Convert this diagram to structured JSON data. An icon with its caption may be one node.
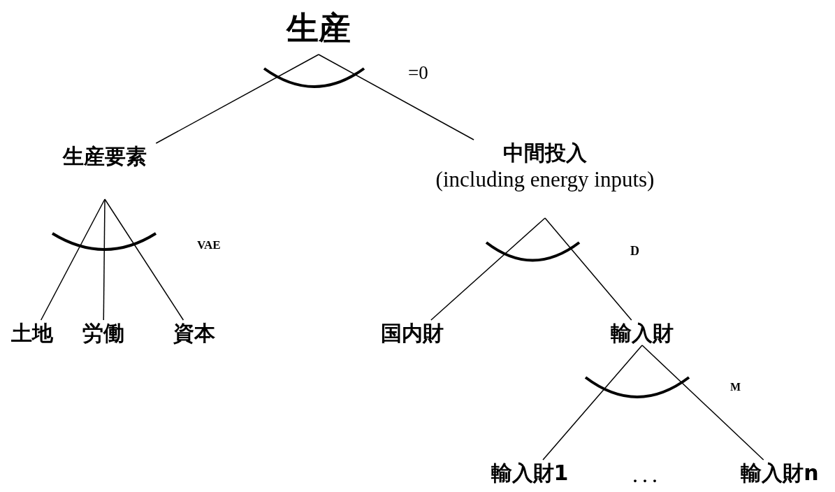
{
  "diagram": {
    "nodes": [
      {
        "text": [
          "生産"
        ]
      },
      {
        "text": [
          "生産要素"
        ]
      },
      {
        "text": [
          "中間投入",
          "(including energy inputs)"
        ]
      },
      {
        "text": [
          "土地"
        ]
      },
      {
        "text": [
          "労働"
        ]
      },
      {
        "text": [
          "資本"
        ]
      },
      {
        "text": [
          "国内財"
        ]
      },
      {
        "text": [
          "輸入財"
        ]
      },
      {
        "text": [
          "輸入財1"
        ]
      },
      {
        "text": [
          "輸入財n"
        ]
      }
    ],
    "edges": [
      {
        "from": 0,
        "to": 1,
        "arrow": "none"
      },
      {
        "from": 0,
        "to": 2,
        "arrow": "none"
      },
      {
        "from": 1,
        "to": 3,
        "arrow": "none"
      },
      {
        "from": 1,
        "to": 4,
        "arrow": "none"
      },
      {
        "from": 1,
        "to": 5,
        "arrow": "none"
      },
      {
        "from": 2,
        "to": 6,
        "arrow": "none"
      },
      {
        "from": 2,
        "to": 7,
        "arrow": "none"
      },
      {
        "from": 7,
        "to": 8,
        "arrow": "none"
      },
      {
        "from": 7,
        "to": 9,
        "arrow": "none"
      }
    ],
    "labels": [
      "=0",
      "VAE",
      "D",
      "M",
      "· · ·"
    ]
  }
}
